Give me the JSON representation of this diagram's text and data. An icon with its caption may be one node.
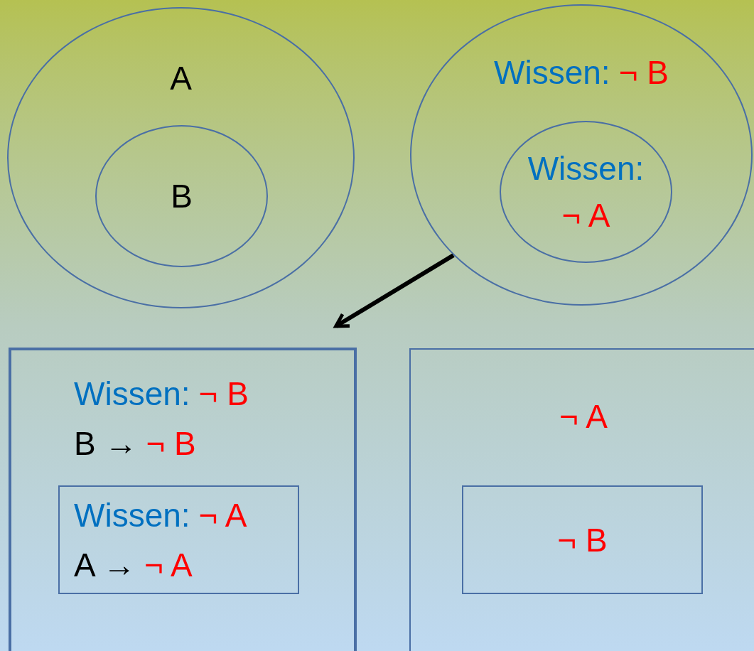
{
  "diagram": {
    "nodes": [
      {
        "text": [
          "A"
        ]
      },
      {
        "text": [
          "B"
        ],
        "in": 0
      },
      {
        "text": [
          "Wissen:",
          "¬ B"
        ]
      },
      {
        "text": [
          "Wissen:",
          "¬ A"
        ],
        "in": 2
      },
      {
        "text": [
          "Wissen:",
          "¬ B",
          "B →",
          "¬ B"
        ]
      },
      {
        "text": [
          "Wissen:",
          "¬ A",
          "A →",
          "¬ A"
        ],
        "in": 4
      },
      {
        "text": [
          "¬ A"
        ]
      },
      {
        "text": [
          "¬ B"
        ],
        "in": 6
      }
    ],
    "edges": [
      {
        "from": 2,
        "to": 4,
        "arrow": "to"
      }
    ]
  }
}
